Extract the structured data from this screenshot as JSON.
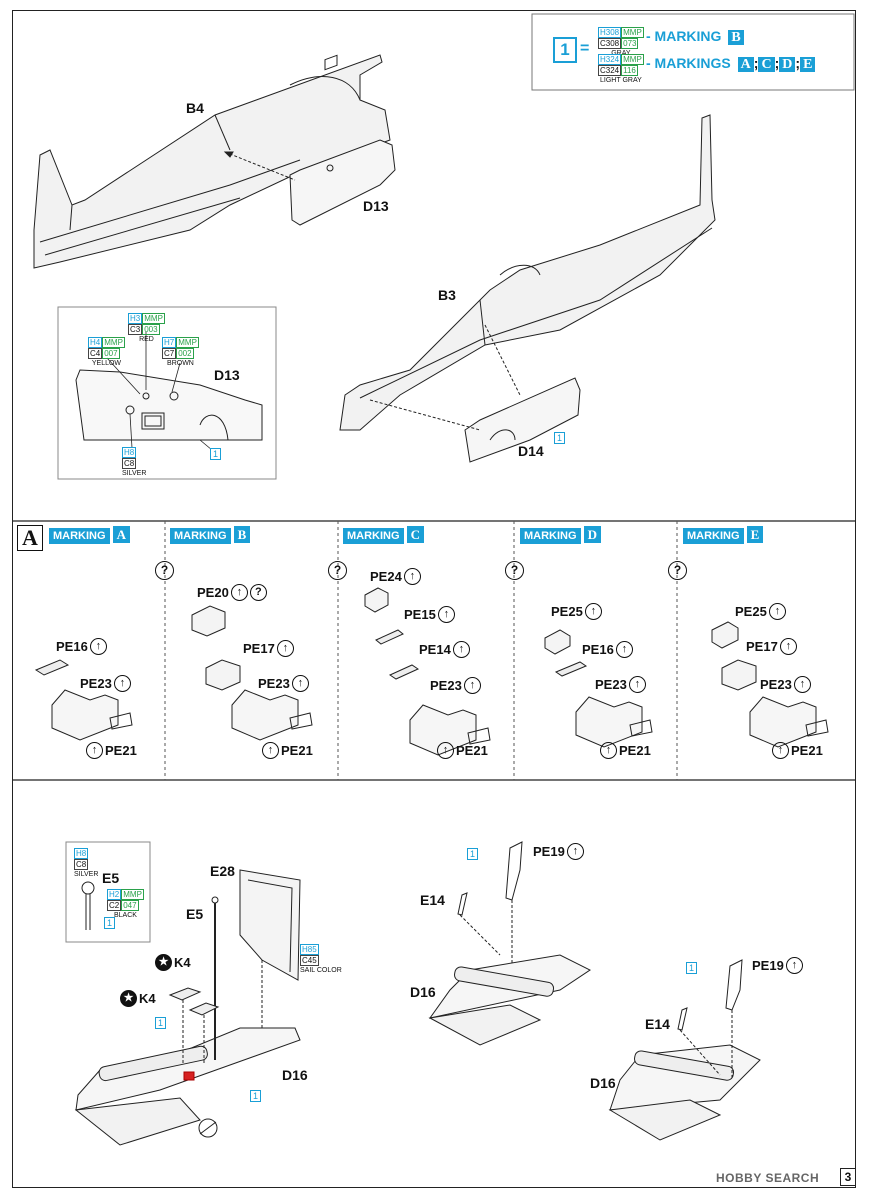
{
  "legend": {
    "number": "1",
    "equals": "=",
    "gray": {
      "h": "H308",
      "mmp": "MMP",
      "c": "C308",
      "code": "073",
      "name": "GRAY"
    },
    "lightgray": {
      "h": "H324",
      "mmp": "MMP",
      "c": "C324",
      "code": "116",
      "name": "LIGHT GRAY"
    },
    "line1": "- MARKING",
    "line1_key": "B",
    "line2": "- MARKINGS",
    "line2_keys": [
      "A",
      "C",
      "D",
      "E"
    ],
    "sep": ";"
  },
  "parts": {
    "b4": "B4",
    "d13": "D13",
    "b3": "B3",
    "d14": "D14",
    "d13_detail": "D13",
    "e28": "E28",
    "e5": "E5",
    "e5_detail": "E5",
    "k4a": "K4",
    "k4b": "K4",
    "d16a": "D16",
    "d16b": "D16",
    "d16c": "D16",
    "e14a": "E14",
    "e14b": "E14",
    "pe19a": "PE19",
    "pe19b": "PE19"
  },
  "detail_paints": {
    "red": {
      "h": "H3",
      "mmp": "MMP",
      "c": "C3",
      "code": "003",
      "name": "RED"
    },
    "yellow": {
      "h": "H4",
      "mmp": "MMP",
      "c": "C4",
      "code": "007",
      "name": "YELLOW"
    },
    "brown": {
      "h": "H7",
      "mmp": "MMP",
      "c": "C7",
      "code": "002",
      "name": "BROWN"
    },
    "silver": {
      "h": "H8",
      "c": "C8",
      "name": "SILVER"
    }
  },
  "e5_paints": {
    "silver": {
      "h": "H8",
      "c": "C8",
      "name": "SILVER"
    },
    "black": {
      "h": "H2",
      "mmp": "MMP",
      "c": "C2",
      "code": "047",
      "name": "BLACK"
    }
  },
  "sail": {
    "h": "H85",
    "c": "C45",
    "name": "SAIL COLOR"
  },
  "box_one": "1",
  "section": {
    "letter": "A"
  },
  "markings": [
    {
      "label": "MARKING",
      "key": "A",
      "steps": [
        "PE16",
        "PE23",
        "PE21"
      ]
    },
    {
      "label": "MARKING",
      "key": "B",
      "steps": [
        "PE20",
        "PE17",
        "PE23",
        "PE21"
      ]
    },
    {
      "label": "MARKING",
      "key": "C",
      "steps": [
        "PE24",
        "PE15",
        "PE14",
        "PE23",
        "PE21"
      ]
    },
    {
      "label": "MARKING",
      "key": "D",
      "steps": [
        "PE25",
        "PE16",
        "PE23",
        "PE21"
      ]
    },
    {
      "label": "MARKING",
      "key": "E",
      "steps": [
        "PE25",
        "PE17",
        "PE23",
        "PE21"
      ]
    }
  ],
  "icons": {
    "bend": "↑",
    "optional": "?",
    "star": "★"
  },
  "page_number": "3",
  "watermark": "HOBBY SEARCH"
}
